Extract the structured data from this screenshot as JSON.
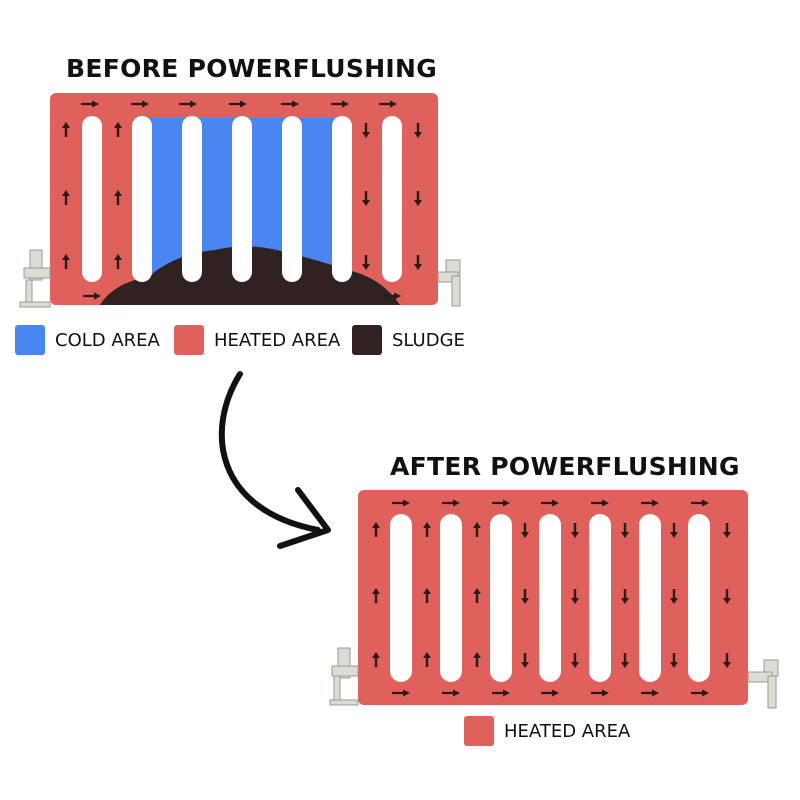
{
  "colors": {
    "cold": "#4a86f2",
    "heated": "#e0605c",
    "sludge": "#2f2220",
    "column": "#ffffff",
    "flow_arrow": "#2a1a1a",
    "valve": "#d8d8d0"
  },
  "before": {
    "title": "BEFORE POWERFLUSHING",
    "legend": [
      {
        "label": "COLD AREA",
        "color": "#4a86f2"
      },
      {
        "label": "HEATED AREA",
        "color": "#e0605c"
      },
      {
        "label": "SLUDGE",
        "color": "#2f2220"
      }
    ]
  },
  "after": {
    "title": "AFTER POWERFLUSHING",
    "legend": [
      {
        "label": "HEATED AREA",
        "color": "#e0605c"
      }
    ]
  },
  "transition_arrow": {
    "icon": "curved-arrow-icon"
  }
}
